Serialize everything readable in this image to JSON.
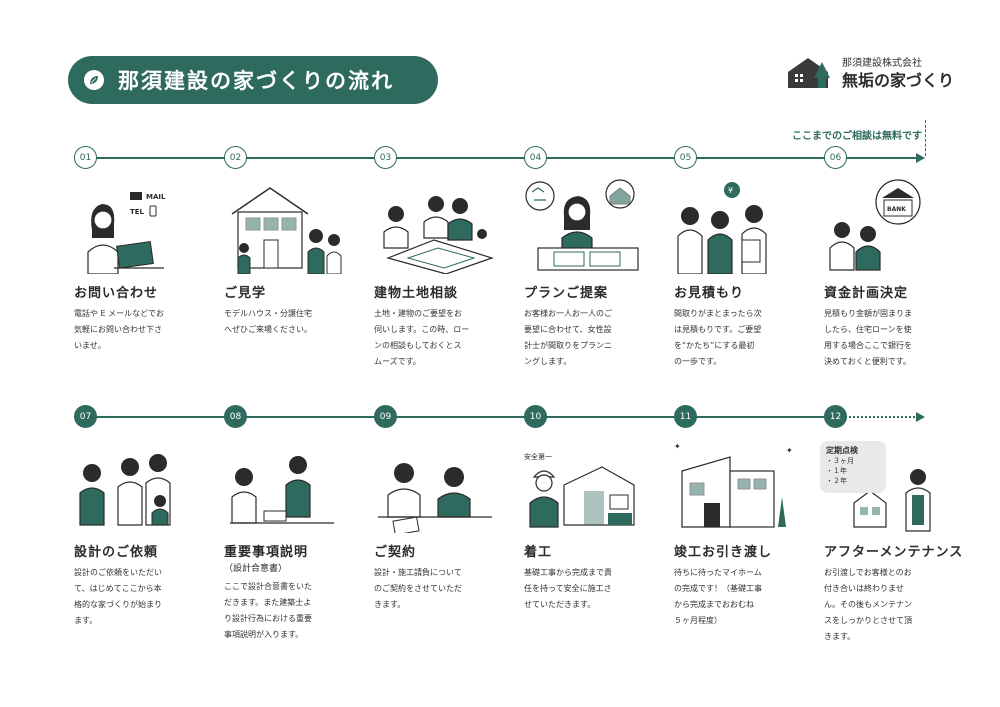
{
  "header": {
    "title": "那須建設の家づくりの流れ"
  },
  "logo": {
    "corp": "那須建設株式会社",
    "brand": "無垢の家づくり"
  },
  "free_note": "ここまでのご相談は無料です",
  "colors": {
    "accent": "#2f6a5e",
    "text": "#2b2b2b",
    "muted_box": "#e9e9e9"
  },
  "steps": [
    {
      "num": "01",
      "title": "お問い合わせ",
      "sub": "",
      "desc": [
        "電話や E メールなどでお",
        "気軽にお問い合わせ下さ",
        "いませ。"
      ],
      "icon": "contact-illustration"
    },
    {
      "num": "02",
      "title": "ご見学",
      "sub": "",
      "desc": [
        "モデルハウス・分譲住宅",
        "へぜひご来場ください。"
      ],
      "icon": "house-visit-illustration"
    },
    {
      "num": "03",
      "title": "建物土地相談",
      "sub": "",
      "desc": [
        "土地・建物のご要望をお",
        "伺いします。この時、ロー",
        "ンの相談もしておくとス",
        "ムーズです。"
      ],
      "icon": "consultation-illustration"
    },
    {
      "num": "04",
      "title": "プランご提案",
      "sub": "",
      "desc": [
        "お客様お一人お一人のご",
        "要望に合わせて、女性設",
        "計士が間取りをプランニ",
        "ングします。"
      ],
      "icon": "plan-proposal-illustration"
    },
    {
      "num": "05",
      "title": "お見積もり",
      "sub": "",
      "desc": [
        "間取りがまとまったら次",
        "は見積もりです。ご要望",
        "を“かたち”にする最初",
        "の一歩です。"
      ],
      "icon": "estimate-illustration"
    },
    {
      "num": "06",
      "title": "資金計画決定",
      "sub": "",
      "desc": [
        "見積もり金額が固まりま",
        "したら、住宅ローンを使",
        "用する場合ここで銀行を",
        "決めておくと便利です。"
      ],
      "icon": "bank-illustration"
    },
    {
      "num": "07",
      "title": "設計のご依頼",
      "sub": "",
      "desc": [
        "設計のご依頼をいただい",
        "て、はじめてここから本",
        "格的な家づくりが始まり",
        "ます。"
      ],
      "icon": "design-request-illustration"
    },
    {
      "num": "08",
      "title": "重要事項説明",
      "sub": "（設計合意書）",
      "desc": [
        "ここで設計合意書をいた",
        "だきます。また建築士よ",
        "り設計行為における重要",
        "事項説明が入ります。"
      ],
      "icon": "explanation-illustration"
    },
    {
      "num": "09",
      "title": "ご契約",
      "sub": "",
      "desc": [
        "設計・施工請負について",
        "のご契約をさせていただ",
        "きます。"
      ],
      "icon": "contract-illustration"
    },
    {
      "num": "10",
      "title": "着工",
      "sub": "",
      "desc": [
        "基礎工事から完成まで責",
        "任を持って安全に施工さ",
        "せていただきます。"
      ],
      "icon": "construction-illustration"
    },
    {
      "num": "11",
      "title": "竣工お引き渡し",
      "sub": "",
      "desc": [
        "待ちに待ったマイホーム",
        "の完成です！（基礎工事",
        "から完成までおおむね",
        "５ヶ月程度）"
      ],
      "icon": "completion-illustration"
    },
    {
      "num": "12",
      "title": "アフターメンテナンス",
      "sub": "",
      "desc": [
        "お引渡しでお客様とのお",
        "付き合いは終わりませ",
        "ん。その後もメンテナン",
        "スをしっかりとさせて頂",
        "きます。"
      ],
      "icon": "maintenance-illustration"
    }
  ],
  "illus_labels": {
    "mail": "MAIL",
    "tel": "TEL",
    "bank": "BANK",
    "anzen": "安全第一"
  },
  "checkup": {
    "title": "定期点検",
    "items": [
      "・３ヶ月",
      "・１年",
      "・２年"
    ]
  }
}
